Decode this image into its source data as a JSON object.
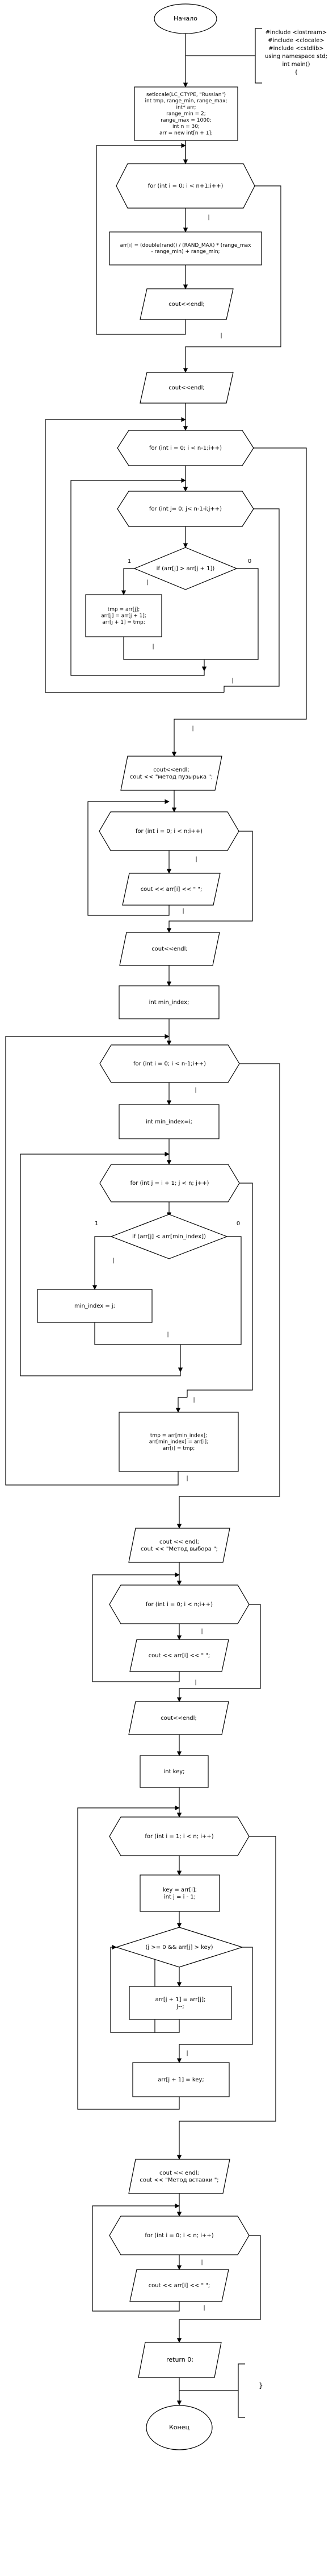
{
  "diagram": {
    "start_label": "Начало",
    "end_label": "Конец",
    "header_comment": [
      "#include <iostream>",
      "#include <clocale>",
      "#include <cstdlib>",
      "using namespace std;",
      "int main()",
      "{"
    ],
    "init_block": [
      "setlocale(LC_CTYPE, \"Russian\")",
      "int tmp, range_min, range_max;",
      "int* arr;",
      "range_min = 2;",
      "range_max = 1000;",
      "int n = 30;",
      "arr = new int[n + 1];"
    ],
    "fill_loop": "for (int i = 0; i < n+1;i++)",
    "fill_random": [
      "arr[i] = (double)rand() / (RAND_MAX) * (range_max",
      "- range_min) + range_min;"
    ],
    "fill_endl": "cout<<endl;",
    "after_fill_endl": "cout<<endl;",
    "bubble_outer_loop": "for (int i = 0; i < n-1;i++)",
    "bubble_inner_loop": "for (int j= 0; j< n-1-i;j++)",
    "bubble_condition": "if (arr[j] > arr[j + 1])",
    "bubble_swap": [
      "tmp = arr[j];",
      "arr[j] = arr[j + 1];",
      "arr[j + 1] = tmp;"
    ],
    "bubble_header_output": [
      "cout<<endl;",
      "cout << \"метод пузырька \";"
    ],
    "print_loop_1": "for (int i = 0; i < n;i++)",
    "print_element_1": "cout << arr[i] << \" \";",
    "after_bubble_endl": "cout<<endl;",
    "min_index_decl": "int min_index;",
    "selection_outer_loop": "for (int i = 0; i < n-1;i++)",
    "selection_min_init": "int min_index=i;",
    "selection_inner_loop": "for (int j = i + 1; j < n; j++)",
    "selection_condition": "if (arr[j] < arr[min_index])",
    "selection_update": "min_index = j;",
    "selection_swap": [
      "tmp = arr[min_index];",
      "arr[min_index] = arr[i];",
      "arr[i] = tmp;"
    ],
    "selection_header_output": [
      "cout << endl;",
      "cout << \"Метод выбора \";"
    ],
    "print_loop_2": "for (int i = 0; i < n;i++)",
    "print_element_2": "cout << arr[i] << \" \";",
    "after_selection_endl": "cout<<endl;",
    "key_decl": "int key;",
    "insertion_outer_loop": "for (int i = 1; i < n; i++)",
    "insertion_init": [
      "key = arr[i];",
      "int j = i - 1;"
    ],
    "insertion_condition": "(j >= 0 && arr[j] > key)",
    "insertion_shift": [
      "arr[j + 1] = arr[j];",
      "j--;"
    ],
    "insertion_place": "arr[j + 1] = key;",
    "insertion_header_output": [
      "cout << endl;",
      "cout << \"Метод вставки \";"
    ],
    "print_loop_3": "for (int i = 0; i < n; i++)",
    "print_element_3": "cout << arr[i] << \" \";",
    "return_label": "return 0;",
    "closing_brace": "}",
    "yes_label": "1",
    "no_label": "0",
    "bracket_labels": [
      "|",
      "}",
      "|",
      "}",
      "|",
      "}"
    ]
  }
}
